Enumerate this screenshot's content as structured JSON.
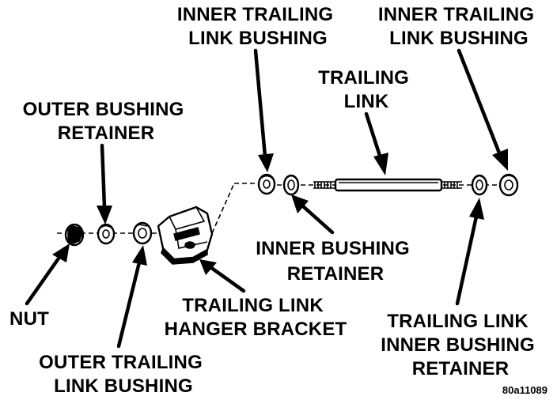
{
  "labels": {
    "inner_trailing_link_bushing_left": [
      "INNER TRAILING",
      "LINK BUSHING"
    ],
    "inner_trailing_link_bushing_right": [
      "INNER TRAILING",
      "LINK BUSHING"
    ],
    "trailing_link": [
      "TRAILING",
      "LINK"
    ],
    "outer_bushing_retainer": [
      "OUTER BUSHING",
      "RETAINER"
    ],
    "inner_bushing_retainer": [
      "INNER BUSHING",
      "RETAINER"
    ],
    "trailing_link_hanger_bracket": [
      "TRAILING LINK",
      "HANGER BRACKET"
    ],
    "nut": [
      "NUT"
    ],
    "outer_trailing_link_bushing": [
      "OUTER TRAILING",
      "LINK BUSHING"
    ],
    "trailing_link_inner_bushing_retainer": [
      "TRAILING LINK",
      "INNER BUSHING",
      "RETAINER"
    ]
  },
  "figure_code": "80a11089"
}
